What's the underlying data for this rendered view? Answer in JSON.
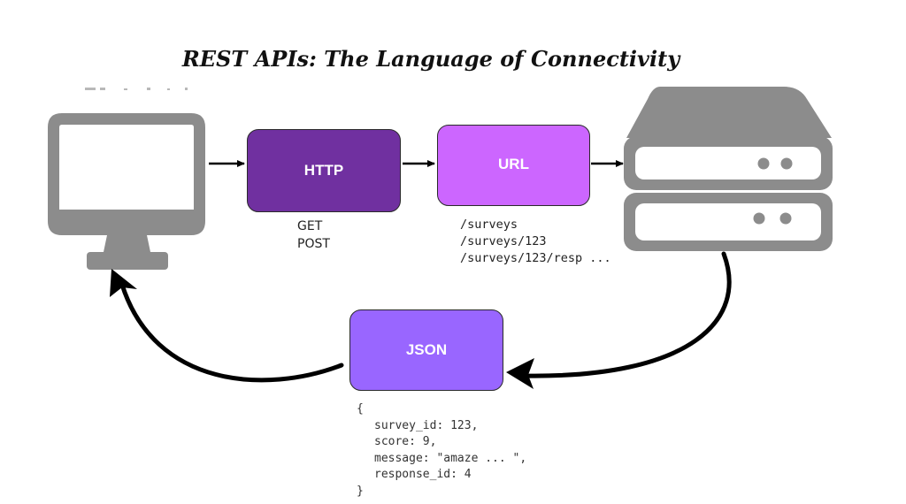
{
  "title": "REST APIs: The Language of  Connectivity",
  "nodes": {
    "http": {
      "label": "HTTP",
      "color": "#7030a0"
    },
    "url": {
      "label": "URL",
      "color": "#cc66ff"
    },
    "json": {
      "label": "JSON",
      "color": "#9966ff"
    }
  },
  "http_methods": [
    "GET",
    "POST"
  ],
  "url_paths": [
    "/surveys",
    "/surveys/123",
    "/surveys/123/resp ..."
  ],
  "json_example": {
    "open_brace": "{",
    "lines": [
      "survey_id: 123,",
      "score: 9,",
      "message: \"amaze ... \",",
      "response_id: 4"
    ],
    "close_brace": "}"
  },
  "icons": {
    "client": "computer-monitor-icon",
    "server": "server-stack-icon"
  },
  "colors": {
    "icon_gray": "#8c8c8c",
    "arrow": "#000000"
  }
}
